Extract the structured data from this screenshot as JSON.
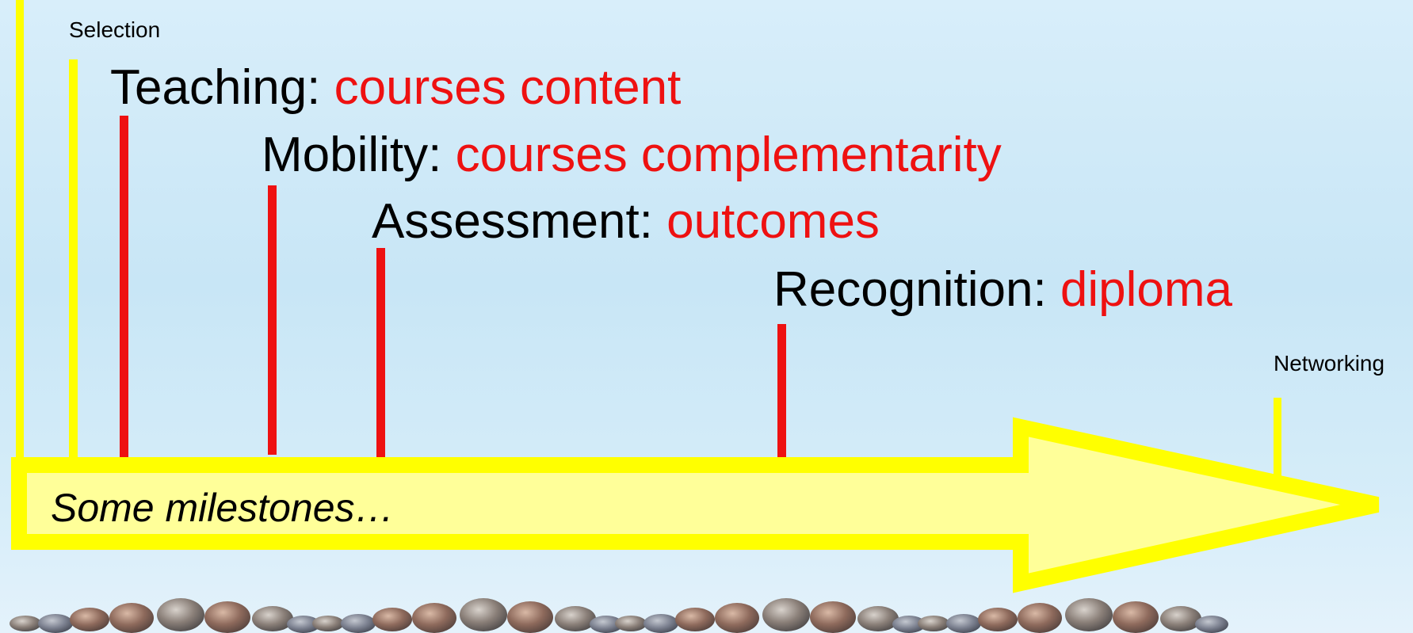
{
  "labels": {
    "selection": "Selection",
    "networking": "Networking"
  },
  "milestones": [
    {
      "head": "Teaching: ",
      "detail": "courses content"
    },
    {
      "head": "Mobility: ",
      "detail": "courses complementarity"
    },
    {
      "head": "Assessment: ",
      "detail": "outcomes"
    },
    {
      "head": "Recognition: ",
      "detail": "diploma"
    }
  ],
  "arrow": {
    "caption": "Some milestones…"
  },
  "colors": {
    "primary_line": "#ffff00",
    "milestone_line": "#ee1111",
    "arrow_fill": "#ffff99",
    "detail_text": "#ee1111",
    "background": "#cfe9f7"
  }
}
